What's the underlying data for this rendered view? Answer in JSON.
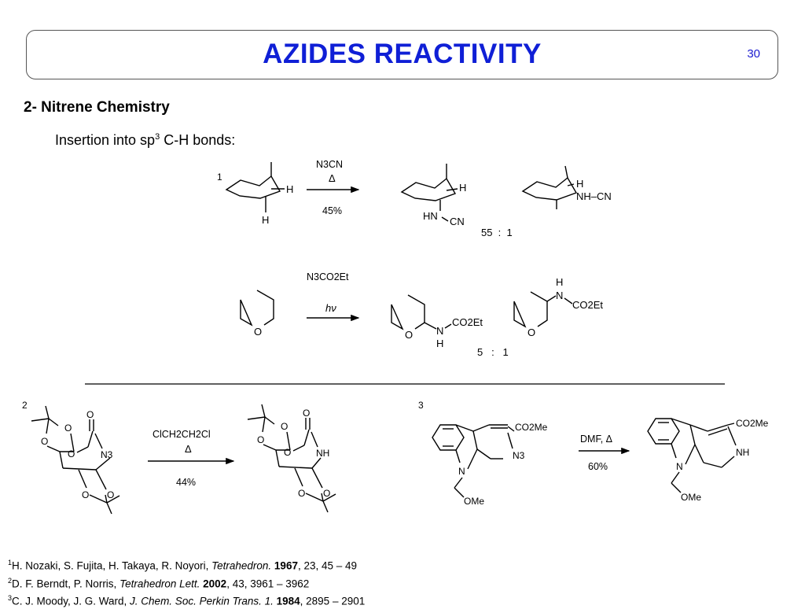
{
  "slide": {
    "title": "AZIDES REACTIVITY",
    "page_number": "30",
    "section": "2- Nitrene Chemistry",
    "subtitle_text": "Insertion into sp",
    "subtitle_sup": "3",
    "subtitle_rest": " C-H bonds:"
  },
  "schemes": {
    "s1": {
      "label": "1",
      "reagent": "N3CN",
      "condition": "Δ",
      "yield": "45%",
      "ratio": "55  :  1",
      "atoms": {
        "h": "H",
        "hn": "HN",
        "cn": "CN",
        "nhcn": "NH–CN"
      }
    },
    "s2": {
      "reagent": "N3CO2Et",
      "condition": "hν",
      "ratio": "5   :   1",
      "atoms": {
        "o": "O",
        "n": "N",
        "h": "H",
        "co2et": "CO2Et"
      }
    },
    "s3": {
      "label": "2",
      "reagent": "ClCH2CH2Cl",
      "condition": "Δ",
      "yield": "44%",
      "atoms": {
        "o": "O",
        "n3": "N3",
        "nh": "NH"
      }
    },
    "s4": {
      "label": "3",
      "reagent": "DMF, Δ",
      "yield": "60%",
      "atoms": {
        "co2me": "CO2Me",
        "n3": "N3",
        "n": "N",
        "ome": "OMe",
        "nh": "NH"
      }
    }
  },
  "references": [
    {
      "num": "1",
      "authors": "H. Nozaki, S. Fujita, H. Takaya, R. Noyori, ",
      "journal": "Tetrahedron.",
      "year": " 1967",
      "pages": ", 23, 45 – 49"
    },
    {
      "num": "2",
      "authors": "D. F. Berndt, P. Norris, ",
      "journal": "Tetrahedron Lett.",
      "year": " 2002",
      "pages": ", 43, 3961 – 3962"
    },
    {
      "num": "3",
      "authors": "C. J. Moody, J. G. Ward, ",
      "journal": "J. Chem. Soc. Perkin Trans. 1.",
      "year": " 1984",
      "pages": ", 2895 – 2901"
    }
  ]
}
